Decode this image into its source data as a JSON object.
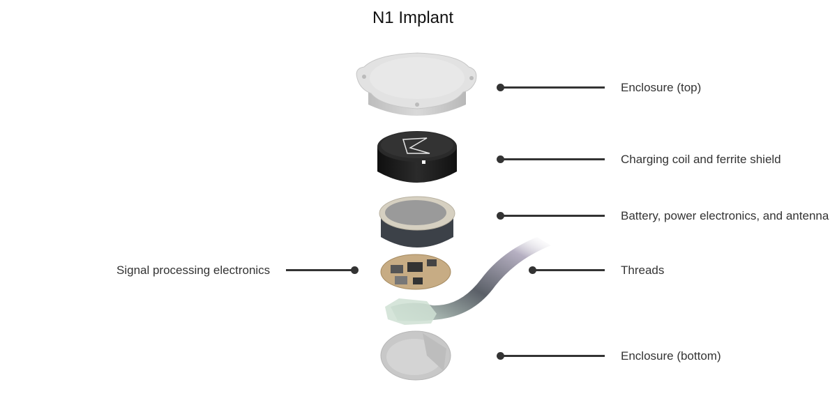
{
  "title": "N1 Implant",
  "components": [
    {
      "id": "enclosure-top",
      "label": "Enclosure (top)",
      "side": "right"
    },
    {
      "id": "charging-coil",
      "label": "Charging coil and ferrite shield",
      "side": "right"
    },
    {
      "id": "battery",
      "label": "Battery, power electronics, and antenna",
      "side": "right"
    },
    {
      "id": "signal-processing",
      "label": "Signal processing electronics",
      "side": "left"
    },
    {
      "id": "threads",
      "label": "Threads",
      "side": "right"
    },
    {
      "id": "enclosure-bottom",
      "label": "Enclosure (bottom)",
      "side": "right"
    }
  ],
  "colors": {
    "leader": "#333333",
    "enclosure": "#d9d9d9",
    "coil": "#1f1f1f",
    "battery_ring": "#cfc9bb",
    "pcb": "#c9b08a",
    "threads": "#8d8a9a"
  }
}
